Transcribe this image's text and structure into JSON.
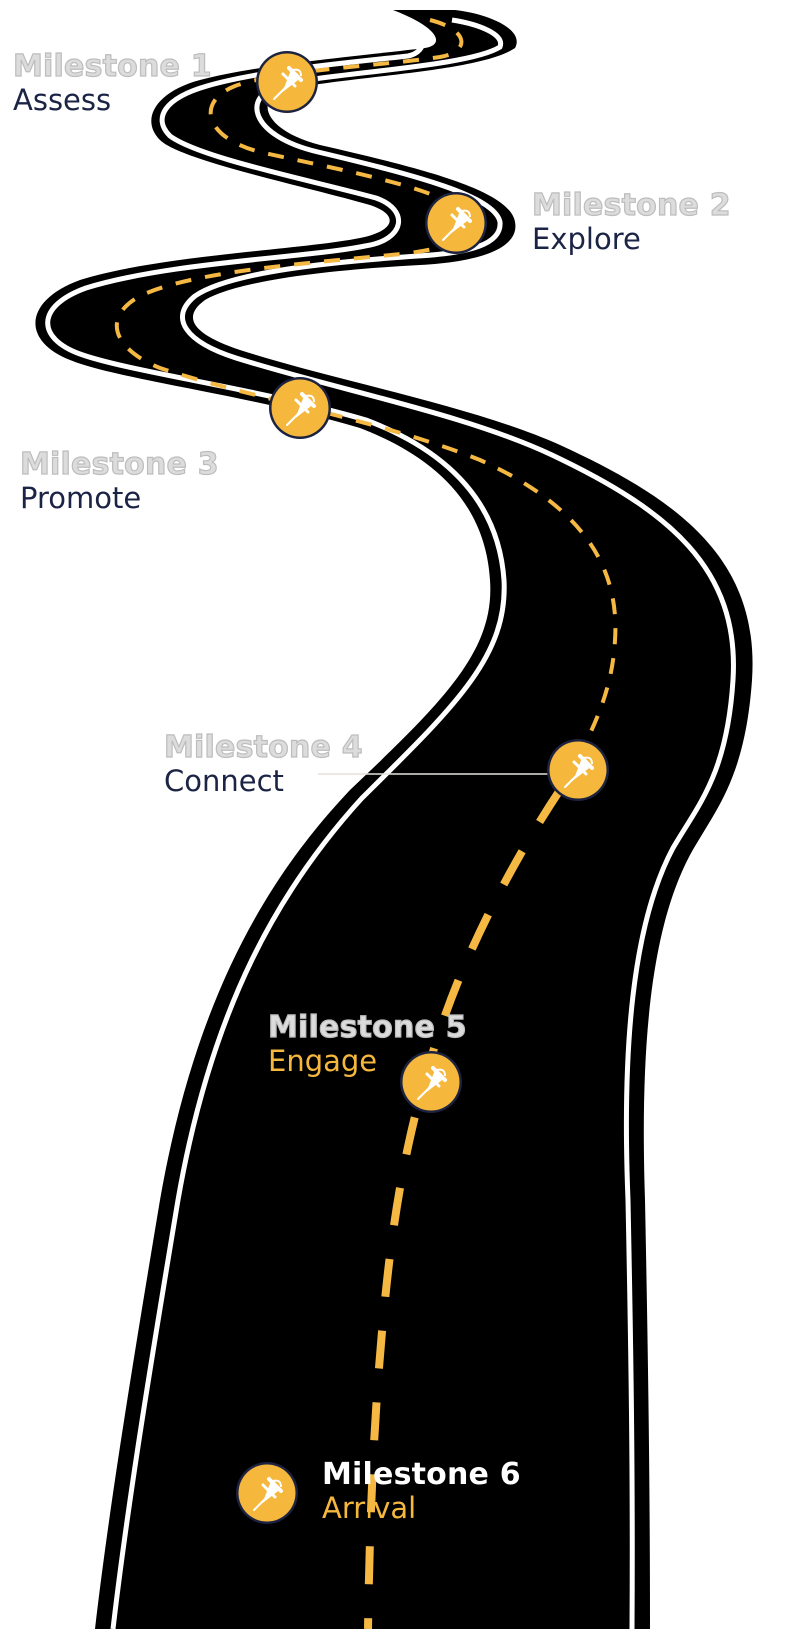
{
  "colors": {
    "background": "#ffffff",
    "road": "#000000",
    "edge_line": "#ffffff",
    "center_line": "#f4b843",
    "marker_fill": "#f5b83d",
    "marker_ring": "#1c2240",
    "milestone_title": "#d9d9d9",
    "step_dark": "#1c2446",
    "step_on_road": "#f5b83d"
  },
  "milestones": [
    {
      "title": "Milestone 1",
      "step": "Assess",
      "icon": "map-pin-icon"
    },
    {
      "title": "Milestone 2",
      "step": "Explore",
      "icon": "map-pin-icon"
    },
    {
      "title": "Milestone 3",
      "step": "Promote",
      "icon": "map-pin-icon"
    },
    {
      "title": "Milestone 4",
      "step": "Connect",
      "icon": "map-pin-icon"
    },
    {
      "title": "Milestone 5",
      "step": "Engage",
      "icon": "map-pin-icon"
    },
    {
      "title": "Milestone 6",
      "step": "Arrival",
      "icon": "map-pin-icon"
    }
  ]
}
